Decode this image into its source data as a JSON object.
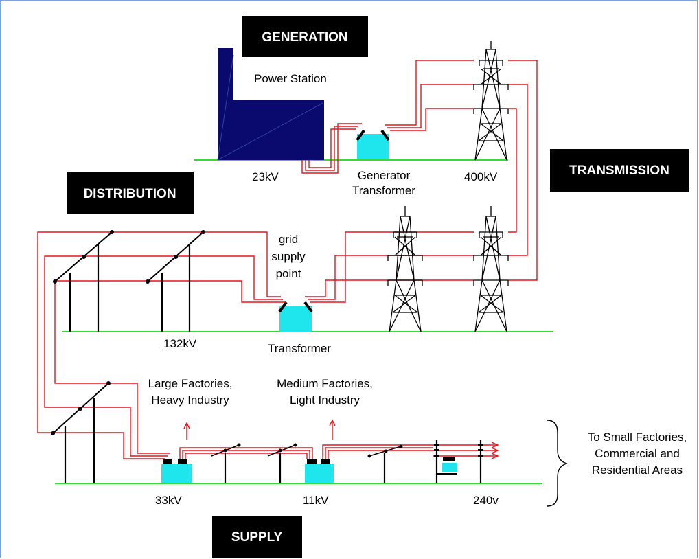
{
  "headers": {
    "generation": "GENERATION",
    "transmission": "TRANSMISSION",
    "distribution": "DISTRIBUTION",
    "supply": "SUPPLY"
  },
  "labels": {
    "power_station": "Power Station",
    "v23kv": "23kV",
    "generator_transformer_1": "Generator",
    "generator_transformer_2": "Transformer",
    "v400kv": "400kV",
    "grid_supply_1": "grid",
    "grid_supply_2": "supply",
    "grid_supply_3": "point",
    "v132kv": "132kV",
    "transformer": "Transformer",
    "large_factories_1": "Large Factories,",
    "large_factories_2": "Heavy Industry",
    "medium_factories_1": "Medium Factories,",
    "medium_factories_2": "Light Industry",
    "v33kv": "33kV",
    "v11kv": "11kV",
    "v240v": "240v",
    "small_factories_1": "To Small Factories,",
    "small_factories_2": "Commercial and",
    "small_factories_3": "Residential Areas"
  },
  "colors": {
    "header_bg": "#000000",
    "power_station": "#0a0a6e",
    "transformer": "#1ee6ec",
    "wire": "#e8141c",
    "ground": "#33dd33"
  }
}
